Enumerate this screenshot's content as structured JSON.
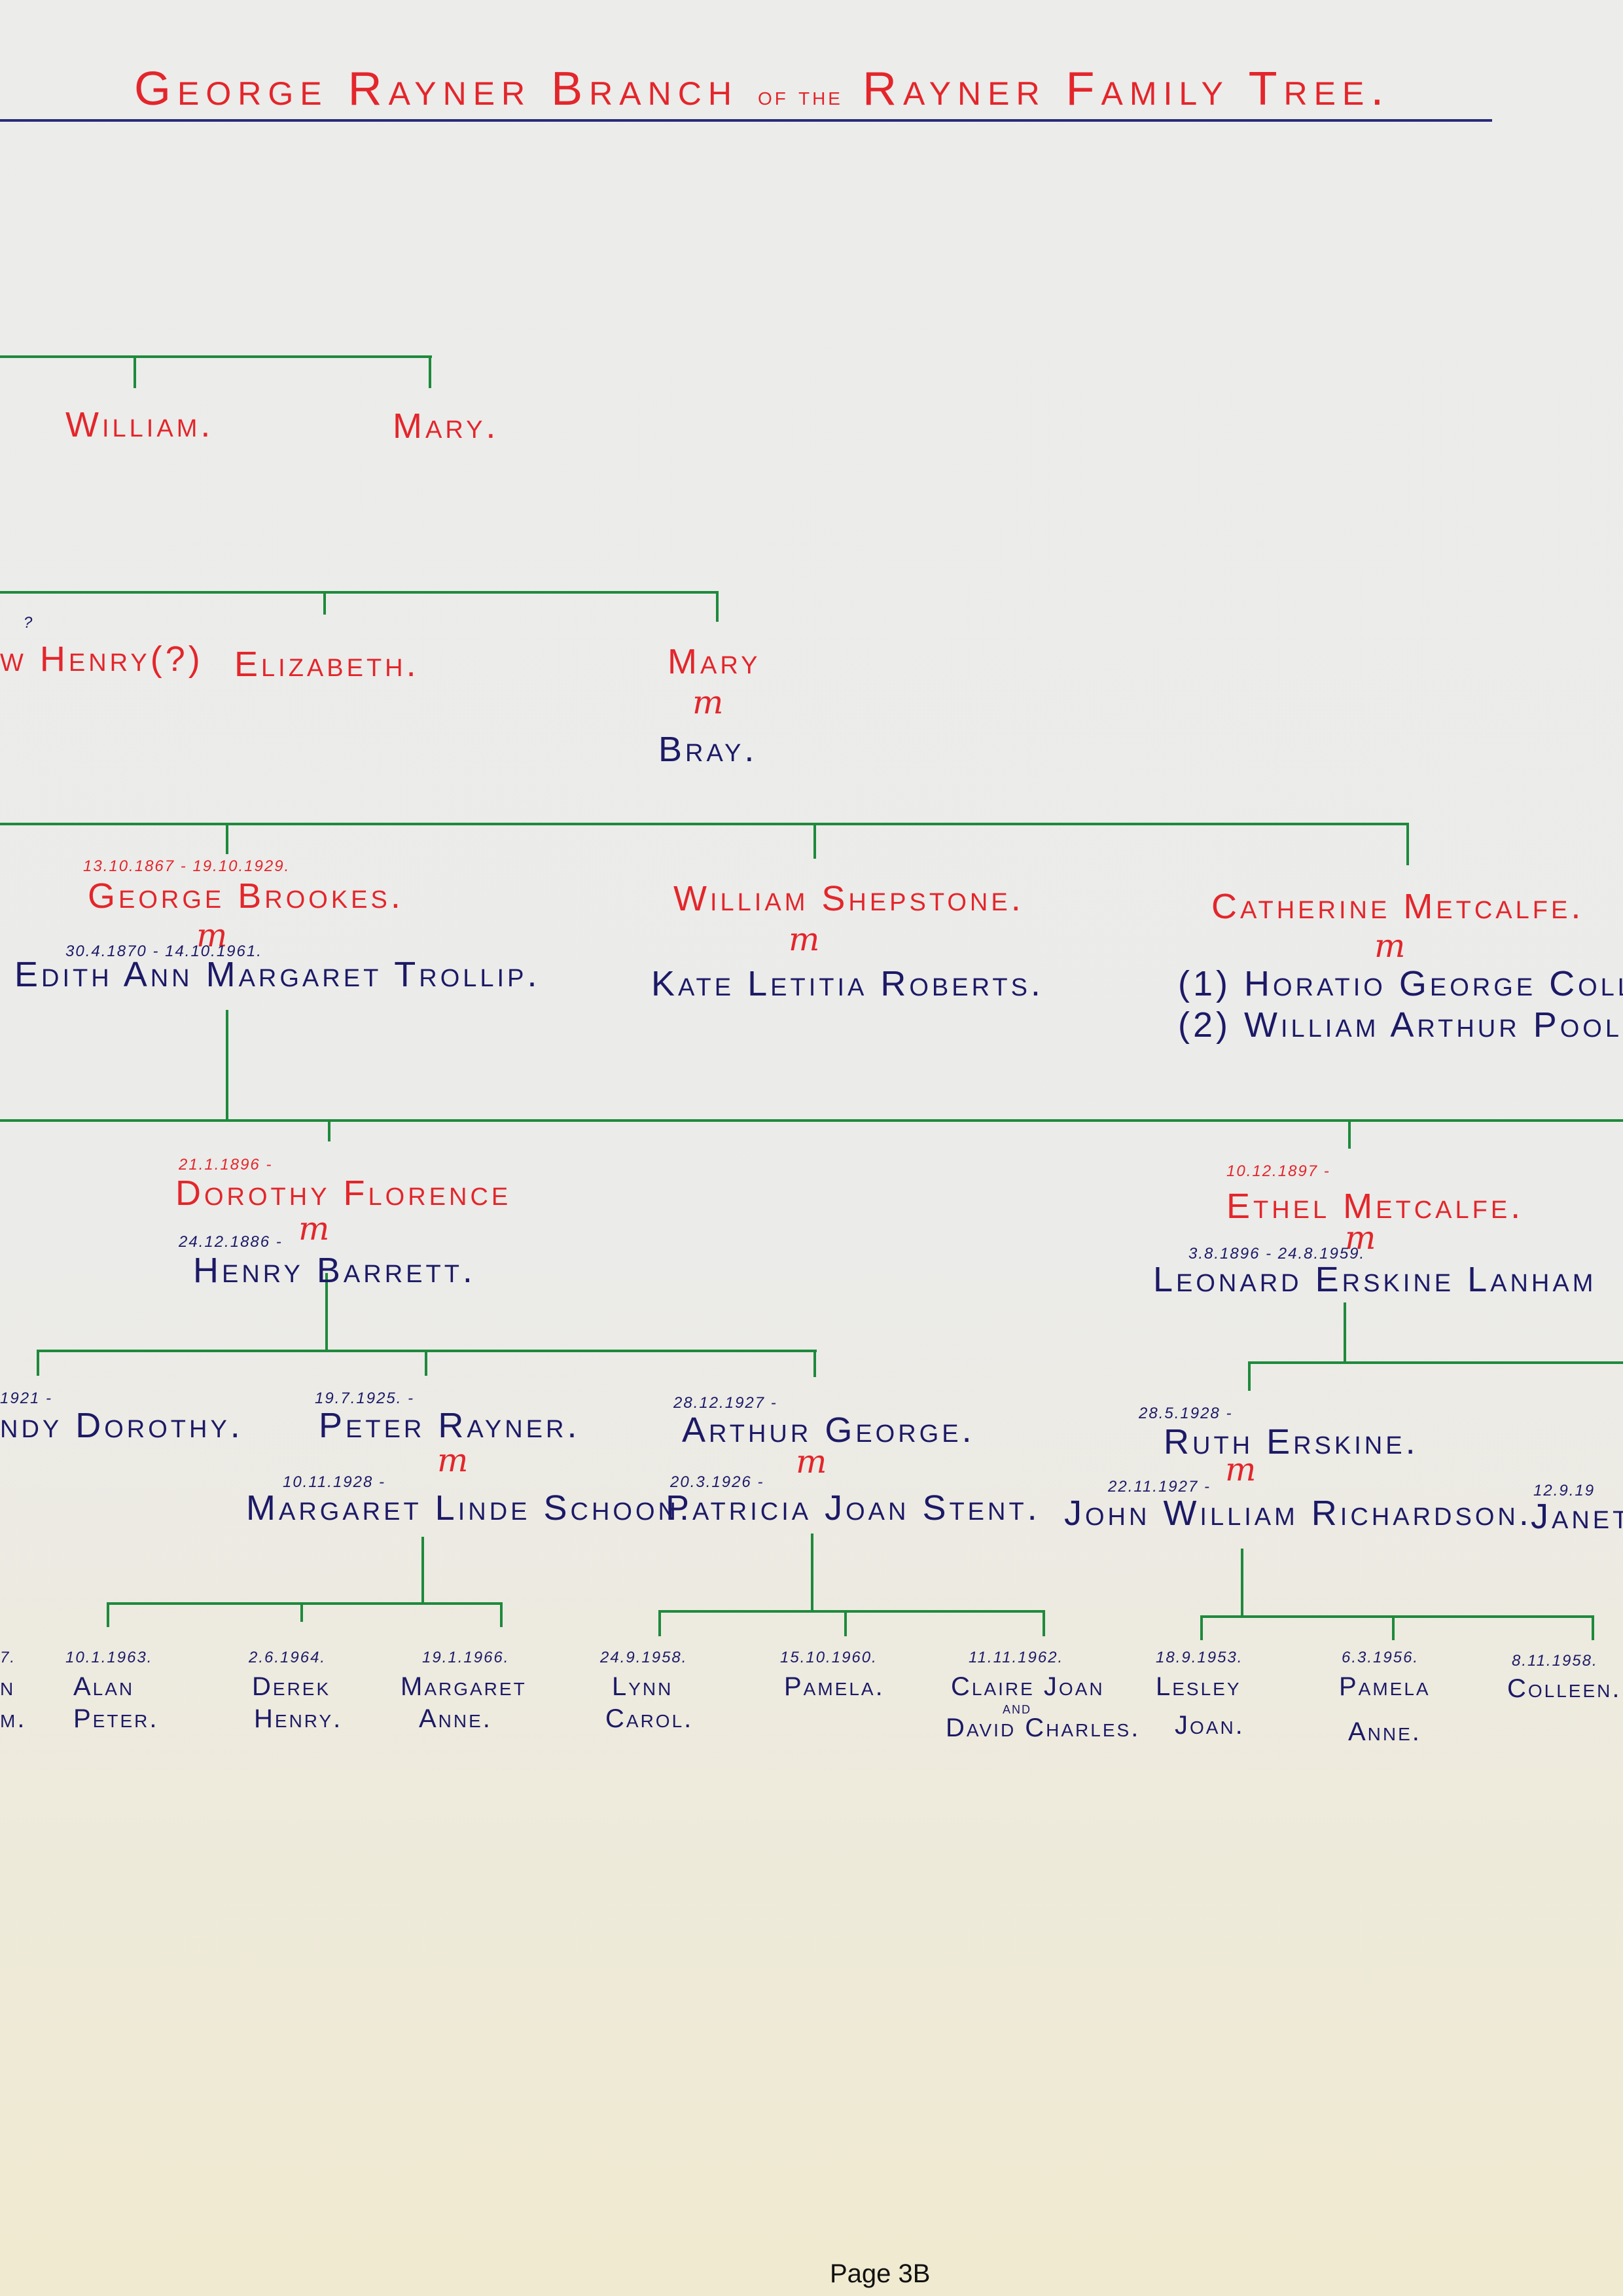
{
  "title": {
    "part1": "George Rayner Branch",
    "part2": "of the",
    "part3": "Rayner Family Tree."
  },
  "gen1": {
    "william": "William.",
    "mary": "Mary."
  },
  "gen2": {
    "henry_q": "?",
    "henry": "w Henry(?)",
    "elizabeth": "Elizabeth.",
    "mary": "Mary",
    "mary_m": "m",
    "mary_spouse": "Bray."
  },
  "gen3": {
    "george": {
      "dates": "13.10.1867 - 19.10.1929.",
      "name": "George Brookes.",
      "m": "m",
      "spouse_dates": "30.4.1870 - 14.10.1961.",
      "spouse": "Edith Ann Margaret Trollip."
    },
    "william": {
      "name": "William Shepstone.",
      "m": "m",
      "spouse": "Kate Letitia Roberts."
    },
    "catherine": {
      "name": "Catherine Metcalfe.",
      "m": "m",
      "spouse1": "(1) Horatio George Coll",
      "spouse2": "(2) William Arthur Pool"
    }
  },
  "gen4": {
    "dorothy": {
      "dates": "21.1.1896 -",
      "name": "Dorothy Florence",
      "m": "m",
      "spouse_dates": "24.12.1886 -",
      "spouse": "Henry Barrett."
    },
    "ethel": {
      "dates": "10.12.1897 -",
      "name": "Ethel Metcalfe.",
      "m": "m",
      "spouse_dates": "3.8.1896 - 24.8.1959.",
      "spouse": "Leonard Erskine Lanham"
    }
  },
  "gen5": {
    "dorothy": {
      "dates": "1921 -",
      "name": "ndy Dorothy."
    },
    "peter": {
      "dates": "19.7.1925. -",
      "name": "Peter Rayner.",
      "m": "m",
      "spouse_dates": "10.11.1928 -",
      "spouse": "Margaret Linde Schoon."
    },
    "arthur": {
      "dates": "28.12.1927 -",
      "name": "Arthur George.",
      "m": "m",
      "spouse_dates": "20.3.1926 -",
      "spouse": "Patricia Joan Stent."
    },
    "ruth": {
      "dates": "28.5.1928 -",
      "name": "Ruth Erskine.",
      "m": "m",
      "spouse_dates": "22.11.1927 -",
      "spouse": "John William Richardson."
    },
    "janet": {
      "dates": "12.9.19",
      "name": "Janet"
    }
  },
  "gen6": [
    {
      "dates": "7.",
      "first": "n",
      "second": "m."
    },
    {
      "dates": "10.1.1963.",
      "first": "Alan",
      "second": "Peter."
    },
    {
      "dates": "2.6.1964.",
      "first": "Derek",
      "second": "Henry."
    },
    {
      "dates": "19.1.1966.",
      "first": "Margaret",
      "second": "Anne."
    },
    {
      "dates": "24.9.1958.",
      "first": "Lynn",
      "second": "Carol."
    },
    {
      "dates": "15.10.1960.",
      "first": "Pamela.",
      "second": ""
    },
    {
      "dates": "11.11.1962.",
      "first": "Claire Joan",
      "and": "and",
      "second": "David Charles."
    },
    {
      "dates": "18.9.1953.",
      "first": "Lesley",
      "second": "Joan."
    },
    {
      "dates": "6.3.1956.",
      "first": "Pamela",
      "second": "Anne."
    },
    {
      "dates": "8.11.1958.",
      "first": "Colleen.",
      "second": ""
    }
  ],
  "footer": {
    "page": "Page 3B"
  },
  "colors": {
    "paternal_red": "#e3262b",
    "spouse_blue": "#1c1a66",
    "line_green": "#1e8a3c"
  }
}
